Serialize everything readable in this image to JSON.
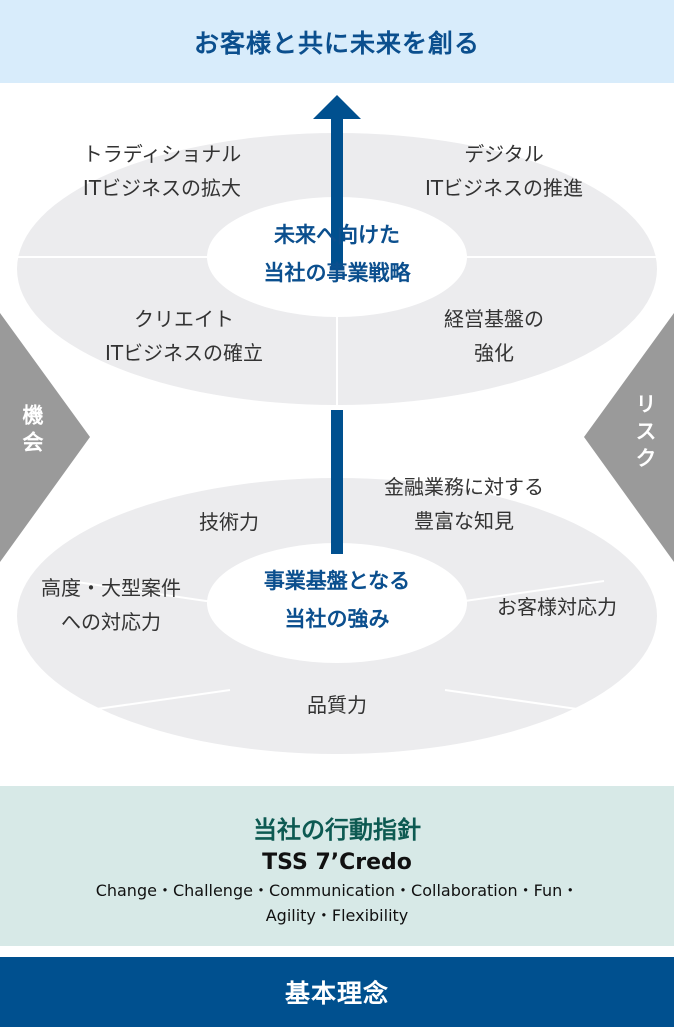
{
  "header": {
    "title": "お客様と共に未来を創る"
  },
  "strategy": {
    "core_line1": "未来へ向けた",
    "core_line2": "当社の事業戦略",
    "items": [
      {
        "line1": "トラディショナル",
        "line2": "ITビジネスの拡大"
      },
      {
        "line1": "デジタル",
        "line2": "ITビジネスの推進"
      },
      {
        "line1": "クリエイト",
        "line2": "ITビジネスの確立"
      },
      {
        "line1": "経営基盤の",
        "line2": "強化"
      }
    ]
  },
  "sides": {
    "left": "機会",
    "right": "リスク"
  },
  "strengths": {
    "core_line1": "事業基盤となる",
    "core_line2": "当社の強み",
    "items": [
      {
        "line1": "技術力",
        "line2": ""
      },
      {
        "line1": "金融業務に対する",
        "line2": "豊富な知見"
      },
      {
        "line1": "高度・大型案件",
        "line2": "への対応力"
      },
      {
        "line1": "お客様対応力",
        "line2": ""
      },
      {
        "line1": "品質力",
        "line2": ""
      }
    ]
  },
  "credo": {
    "title": "当社の行動指針",
    "name": "TSS 7’Credo",
    "line1": "Change・Challenge・Communication・Collaboration・Fun・",
    "line2": "Agility・Flexibility"
  },
  "base": {
    "title": "基本理念"
  },
  "colors": {
    "navy": "#00508f",
    "light_blue": "#d8ecfb",
    "mint": "#d7e9e7",
    "gray": "#999999",
    "ellipse": "#ececee"
  }
}
